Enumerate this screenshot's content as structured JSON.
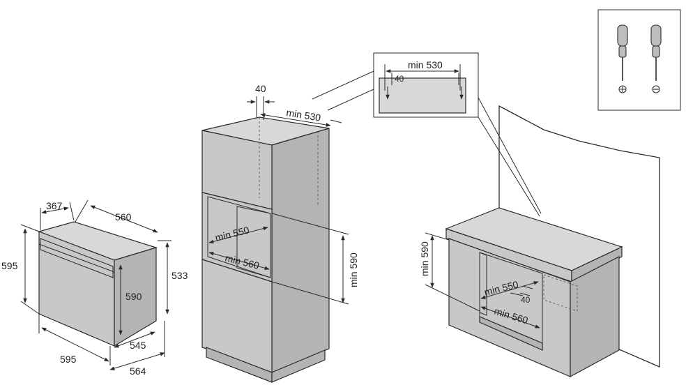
{
  "oven": {
    "depth_top": "367",
    "width_top": "560",
    "height_left": "595",
    "front_height": "590",
    "side_height": "533",
    "width_bottom": "595",
    "depth_545": "545",
    "depth_564": "564"
  },
  "cabinet": {
    "gap_top": "40",
    "top_depth": "min 530",
    "niche_depth": "min 550",
    "niche_width": "min 560",
    "niche_height": "min 590"
  },
  "detail": {
    "depth": "min 530",
    "gap": "40"
  },
  "counter": {
    "niche_height": "min 590",
    "niche_depth": "min 550",
    "niche_width": "min 560",
    "gap": "40"
  },
  "tools": {
    "icons": [
      "phillips-screwdriver-icon",
      "flat-screwdriver-icon"
    ]
  }
}
